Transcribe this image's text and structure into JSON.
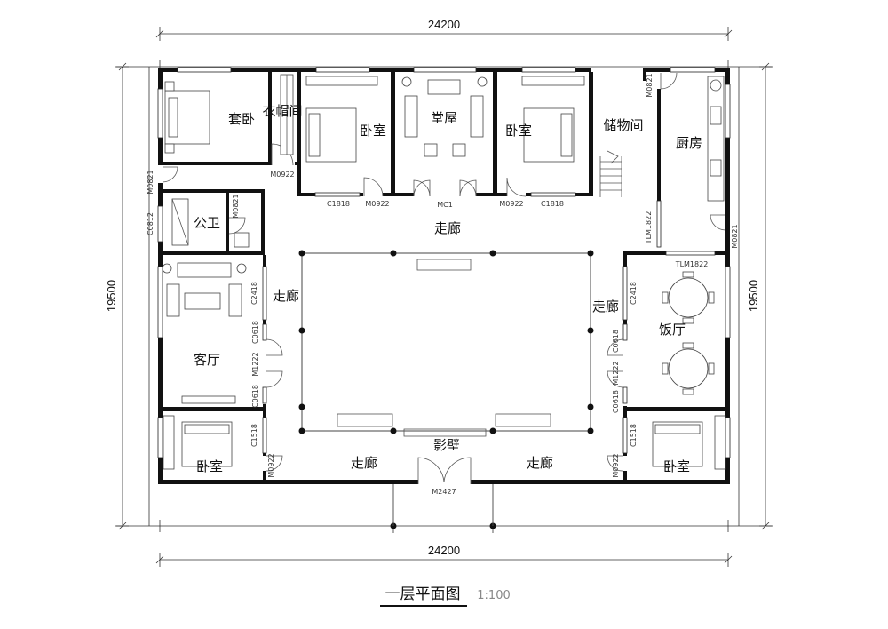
{
  "title": "一层平面图",
  "scale": "1:100",
  "dimensions": {
    "top": "24200",
    "bottom": "24200",
    "left": "19500",
    "right": "19500"
  },
  "rooms": {
    "suite_bedroom": "套卧",
    "cloakroom": "衣帽间",
    "bedroom_nw": "卧室",
    "main_hall": "堂屋",
    "bedroom_ne": "卧室",
    "storage": "储物间",
    "kitchen": "厨房",
    "public_wc": "公卫",
    "living_room": "客厅",
    "dining_room": "饭厅",
    "bedroom_sw": "卧室",
    "bedroom_se": "卧室",
    "corridor_north": "走廊",
    "corridor_west": "走廊",
    "corridor_east": "走廊",
    "corridor_sw": "走廊",
    "corridor_se": "走廊",
    "screen_wall": "影壁"
  },
  "codes": {
    "m0922_suite": "M0922",
    "m0821_w": "M0821",
    "c0812": "C0812",
    "m0821_wc": "M0821",
    "c1818_a": "C1818",
    "m0922_a": "M0922",
    "mc1": "MC1",
    "m0922_b": "M0922",
    "c1818_b": "C1818",
    "m0821_kitchen": "M0821",
    "tlm1822_a": "TLM1822",
    "m0821_e": "M0821",
    "tlm1822_b": "TLM1822",
    "c2418_w": "C2418",
    "c0618_w1": "C0618",
    "m1222_w": "M1222",
    "c0618_w2": "C0618",
    "c1518_w": "C1518",
    "m0922_sw": "M0922",
    "c2418_e": "C2418",
    "c0618_e1": "C0618",
    "m1222_e": "M1222",
    "c0618_e2": "C0618",
    "c1518_e": "C1518",
    "m0922_se": "M0922",
    "m2427": "M2427"
  }
}
